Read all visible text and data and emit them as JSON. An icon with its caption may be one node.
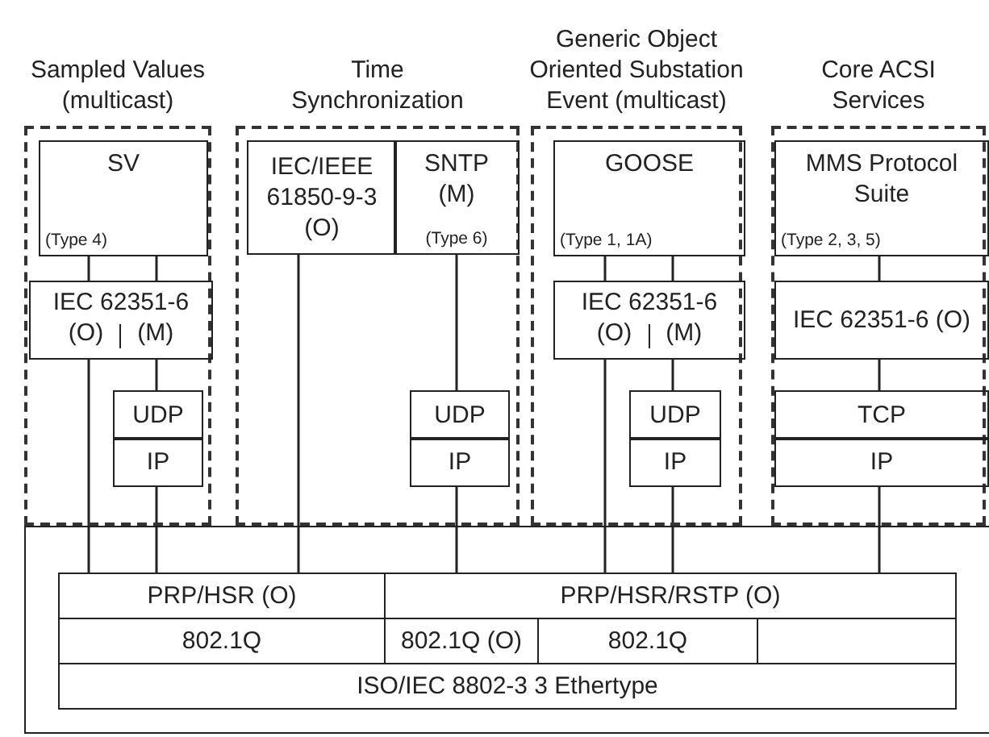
{
  "diagram": {
    "nodes": [
      {
        "text": [
          "Sampled Values (multicast)"
        ]
      },
      {
        "text": [
          "SV",
          "(Type 4)"
        ],
        "in": 0
      },
      {
        "text": [
          "IEC 62351-6",
          "(O)",
          "(M)"
        ],
        "in": 0
      },
      {
        "text": [
          "UDP"
        ],
        "in": 0
      },
      {
        "text": [
          "IP"
        ],
        "in": 0
      },
      {
        "text": [
          "Time Synchronization"
        ]
      },
      {
        "text": [
          "IEC/IEEE 61850-9-3 (O)"
        ],
        "in": 5
      },
      {
        "text": [
          "SNTP (M)",
          "(Type 6)"
        ],
        "in": 5
      },
      {
        "text": [
          "UDP"
        ],
        "in": 5
      },
      {
        "text": [
          "IP"
        ],
        "in": 5
      },
      {
        "text": [
          "Generic Object Oriented Substation Event (multicast)"
        ]
      },
      {
        "text": [
          "GOOSE",
          "(Type 1, 1A)"
        ],
        "in": 10
      },
      {
        "text": [
          "IEC 62351-6",
          "(O)",
          "(M)"
        ],
        "in": 10
      },
      {
        "text": [
          "UDP"
        ],
        "in": 10
      },
      {
        "text": [
          "IP"
        ],
        "in": 10
      },
      {
        "text": [
          "Core ACSI Services"
        ]
      },
      {
        "text": [
          "MMS Protocol Suite",
          "(Type 2, 3, 5)"
        ],
        "in": 15
      },
      {
        "text": [
          "IEC 62351-6 (O)"
        ],
        "in": 15
      },
      {
        "text": [
          "TCP"
        ],
        "in": 15
      },
      {
        "text": [
          "IP"
        ],
        "in": 15
      },
      {
        "text": [],
        "shape": "box"
      },
      {
        "text": [
          "PRP/HSR (O)"
        ],
        "in": 20
      },
      {
        "text": [
          "PRP/HSR/RSTP (O)"
        ],
        "in": 20
      },
      {
        "text": [
          "802.1Q"
        ],
        "in": 20
      },
      {
        "text": [
          "802.1Q (O)"
        ],
        "in": 20
      },
      {
        "text": [
          "802.1Q"
        ],
        "in": 20
      },
      {
        "text": [],
        "shape": "box",
        "in": 20
      },
      {
        "text": [
          "ISO/IEC 8802-3 3 Ethertype"
        ],
        "in": 20
      }
    ],
    "edges": [
      {
        "from": 1,
        "to": 2,
        "arrow": "none"
      },
      {
        "from": 1,
        "to": 2,
        "arrow": "none"
      },
      {
        "from": 2,
        "to": 21,
        "arrow": "none"
      },
      {
        "from": 2,
        "to": 3,
        "arrow": "none"
      },
      {
        "from": 4,
        "to": 21,
        "arrow": "none"
      },
      {
        "from": 6,
        "to": 21,
        "arrow": "none"
      },
      {
        "from": 7,
        "to": 8,
        "arrow": "none"
      },
      {
        "from": 9,
        "to": 22,
        "arrow": "none"
      },
      {
        "from": 11,
        "to": 12,
        "arrow": "none"
      },
      {
        "from": 11,
        "to": 12,
        "arrow": "none"
      },
      {
        "from": 12,
        "to": 22,
        "arrow": "none"
      },
      {
        "from": 12,
        "to": 13,
        "arrow": "none"
      },
      {
        "from": 14,
        "to": 22,
        "arrow": "none"
      },
      {
        "from": 16,
        "to": 17,
        "arrow": "none"
      },
      {
        "from": 17,
        "to": 18,
        "arrow": "none"
      },
      {
        "from": 19,
        "to": 22,
        "arrow": "none"
      }
    ]
  }
}
